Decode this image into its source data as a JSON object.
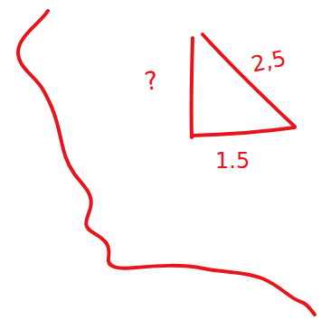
{
  "diagram": {
    "labels": [
      "?",
      "2,5",
      "1.5"
    ]
  }
}
